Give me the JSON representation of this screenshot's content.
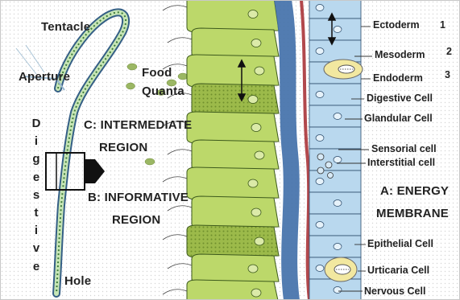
{
  "left": {
    "tentacle": "Tentacle",
    "aperture": "Aperture",
    "food": "Food",
    "quanta": "Quanta",
    "digestive_vertical": "Digestive",
    "hole": "Hole"
  },
  "regions": {
    "c_line1": "C: INTERMEDIATE",
    "c_line2": "REGION",
    "b_line1": "B: INFORMATIVE",
    "b_line2": "REGION",
    "a_line1": "A: ENERGY",
    "a_line2": "MEMBRANE"
  },
  "right_labels": {
    "ectoderm": "Ectoderm",
    "ectoderm_num": "1",
    "mesoderm": "Mesoderm",
    "mesoderm_num": "2",
    "endoderm": "Endoderm",
    "endoderm_num": "3",
    "digestive_cell": "Digestive Cell",
    "glandular_cell": "Glandular Cell",
    "sensorial_cell": "Sensorial cell",
    "interstitial_cell": "Interstitial cell",
    "epithelial_cell": "Epithelial Cell",
    "urticaria_cell": "Urticaria Cell",
    "nervous_cell": "Nervous Cell"
  },
  "colors": {
    "endoderm_green": "#bcd86a",
    "dark_green": "#9cba4a",
    "mesoglea_blue": "#3f6ea8",
    "membrane_red": "#b2484c",
    "ectoderm_blue": "#b9d8ee",
    "cell_yellow": "#f2e8a0"
  }
}
